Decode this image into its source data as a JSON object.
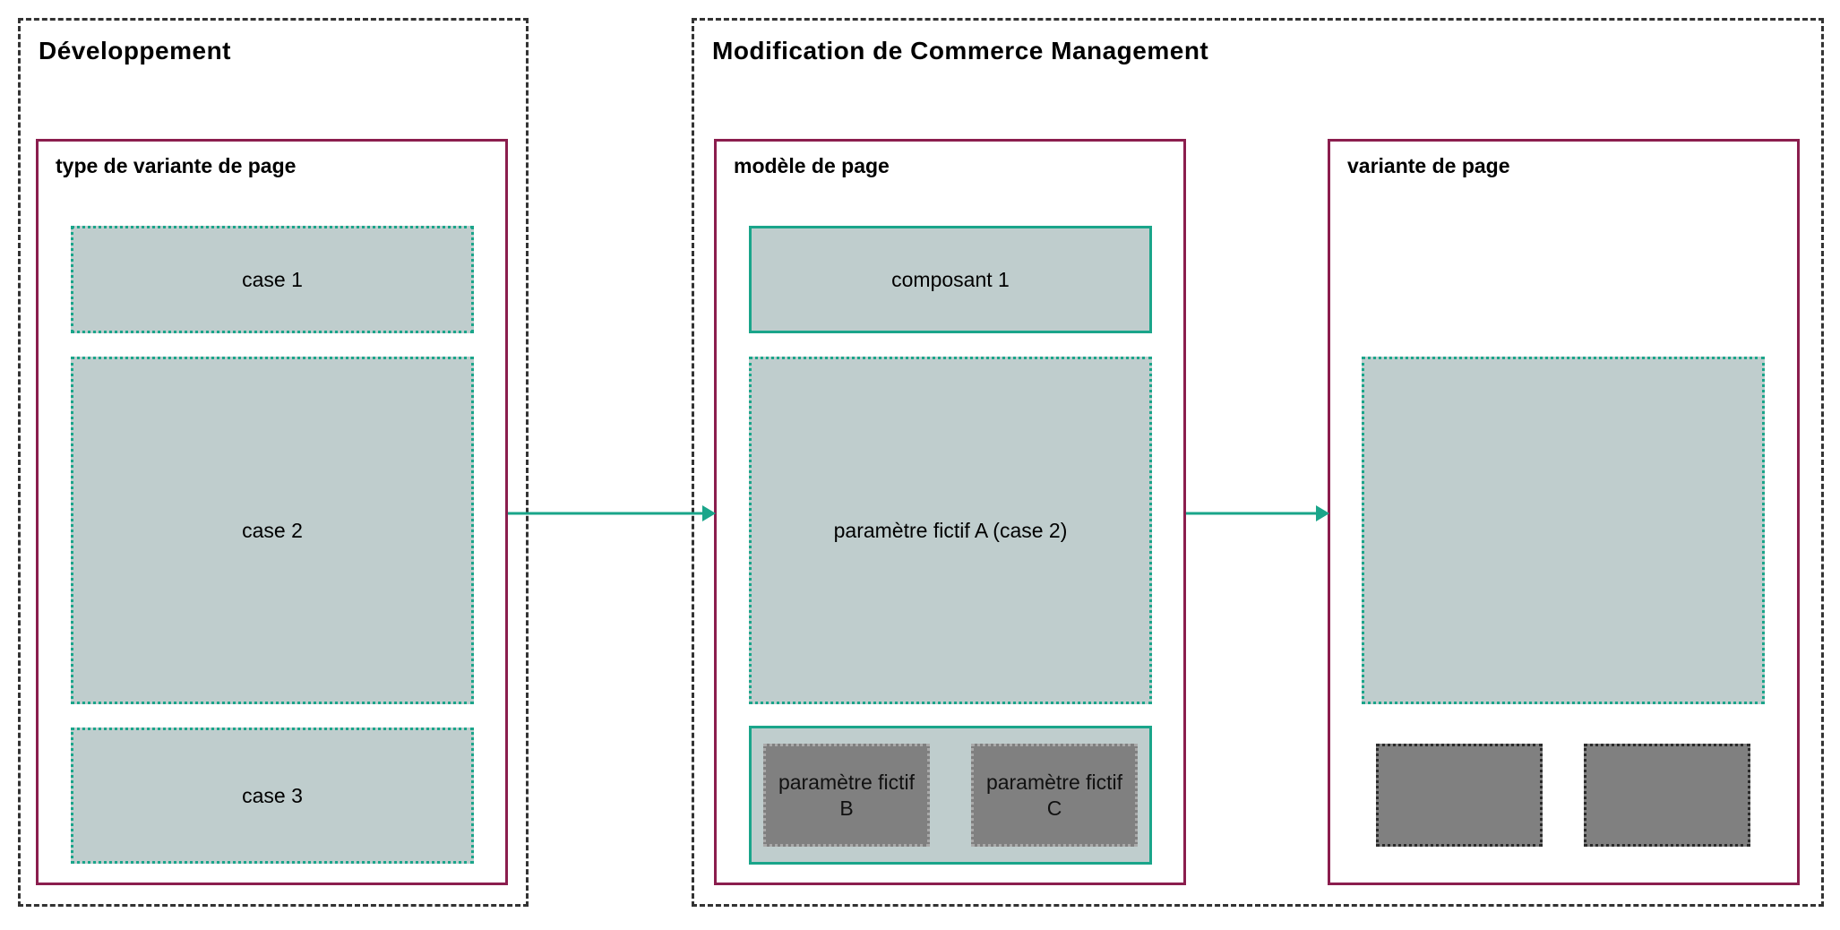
{
  "groups": {
    "development": {
      "title": "Développement"
    },
    "commerce": {
      "title": "Modification de Commerce Management"
    }
  },
  "frames": {
    "page_variant_type": {
      "title": "type de variante de page",
      "slots": [
        "case 1",
        "case 2",
        "case 3"
      ]
    },
    "page_template": {
      "title": "modèle de page",
      "component_1": "composant 1",
      "placeholder_a": "paramètre fictif A (case 2)",
      "placeholder_b": "paramètre fictif B",
      "placeholder_c": "paramètre fictif C"
    },
    "page_variant": {
      "title": "variante de page"
    }
  },
  "colors": {
    "group_border": "#333333",
    "frame_border": "#8b1e4e",
    "accent_teal": "#1aa58a",
    "slot_fill": "#bfcdcd",
    "placeholder_fill": "#808080"
  }
}
